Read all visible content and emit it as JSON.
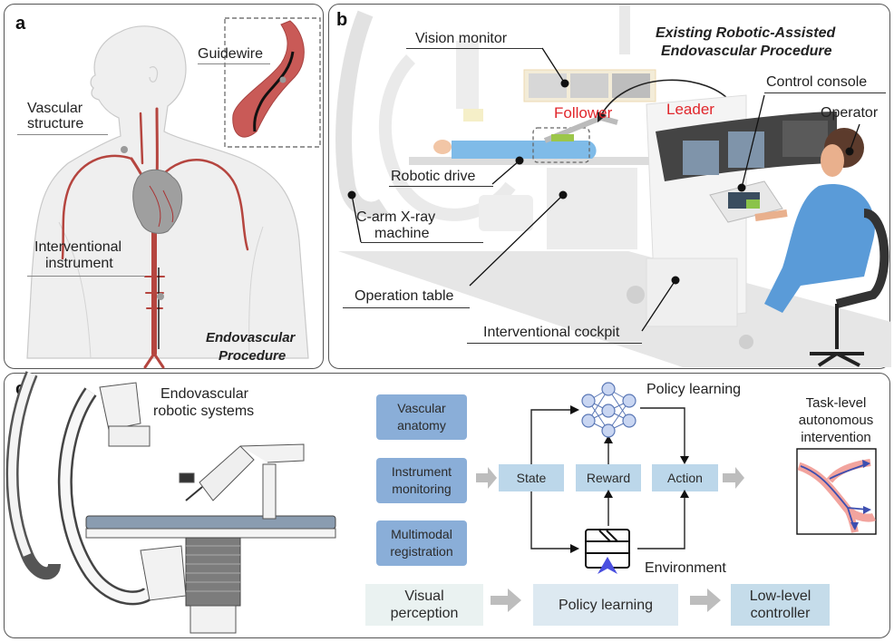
{
  "panel_a": {
    "label": "a",
    "labels": {
      "guidewire": "Guidewire",
      "vascular_structure_1": "Vascular",
      "vascular_structure_2": "structure",
      "interventional_instrument_1": "Interventional",
      "interventional_instrument_2": "instrument"
    },
    "caption_1": "Endovascular",
    "caption_2": "Procedure"
  },
  "panel_b": {
    "label": "b",
    "title_1": "Existing Robotic-Assisted",
    "title_2": "Endovascular Procedure",
    "labels": {
      "vision_monitor": "Vision monitor",
      "follower": "Follower",
      "leader": "Leader",
      "control_console": "Control console",
      "operator": "Operator",
      "robotic_drive": "Robotic drive",
      "c_arm_1": "C-arm X-ray",
      "c_arm_2": "machine",
      "operation_table": "Operation table",
      "interventional_cockpit": "Interventional cockpit"
    },
    "colors": {
      "accent_red": "#e1262b",
      "patient_blue": "#7fbbe8"
    }
  },
  "panel_c": {
    "label": "c",
    "system_title_1": "Endovascular",
    "system_title_2": "robotic systems",
    "inputs": [
      {
        "line1": "Vascular",
        "line2": "anatomy"
      },
      {
        "line1": "Instrument",
        "line2": "monitoring"
      },
      {
        "line1": "Multimodal",
        "line2": "registration"
      }
    ],
    "rl_loop": {
      "state": "State",
      "reward": "Reward",
      "action": "Action",
      "policy_label": "Policy learning",
      "environment_label": "Environment"
    },
    "output": {
      "line1": "Task-level",
      "line2": "autonomous",
      "line3": "intervention"
    },
    "pipeline": [
      {
        "line1": "Visual",
        "line2": "perception"
      },
      {
        "line1": "Policy learning",
        "line2": ""
      },
      {
        "line1": "Low-level",
        "line2": "controller"
      }
    ],
    "colors": {
      "input_box": "#8aaed8",
      "loop_box": "#bcd7ea",
      "nn_node": "#c9d6f2",
      "nav_arrow": "#4a4fe0",
      "vessel": "#e8847e"
    }
  }
}
